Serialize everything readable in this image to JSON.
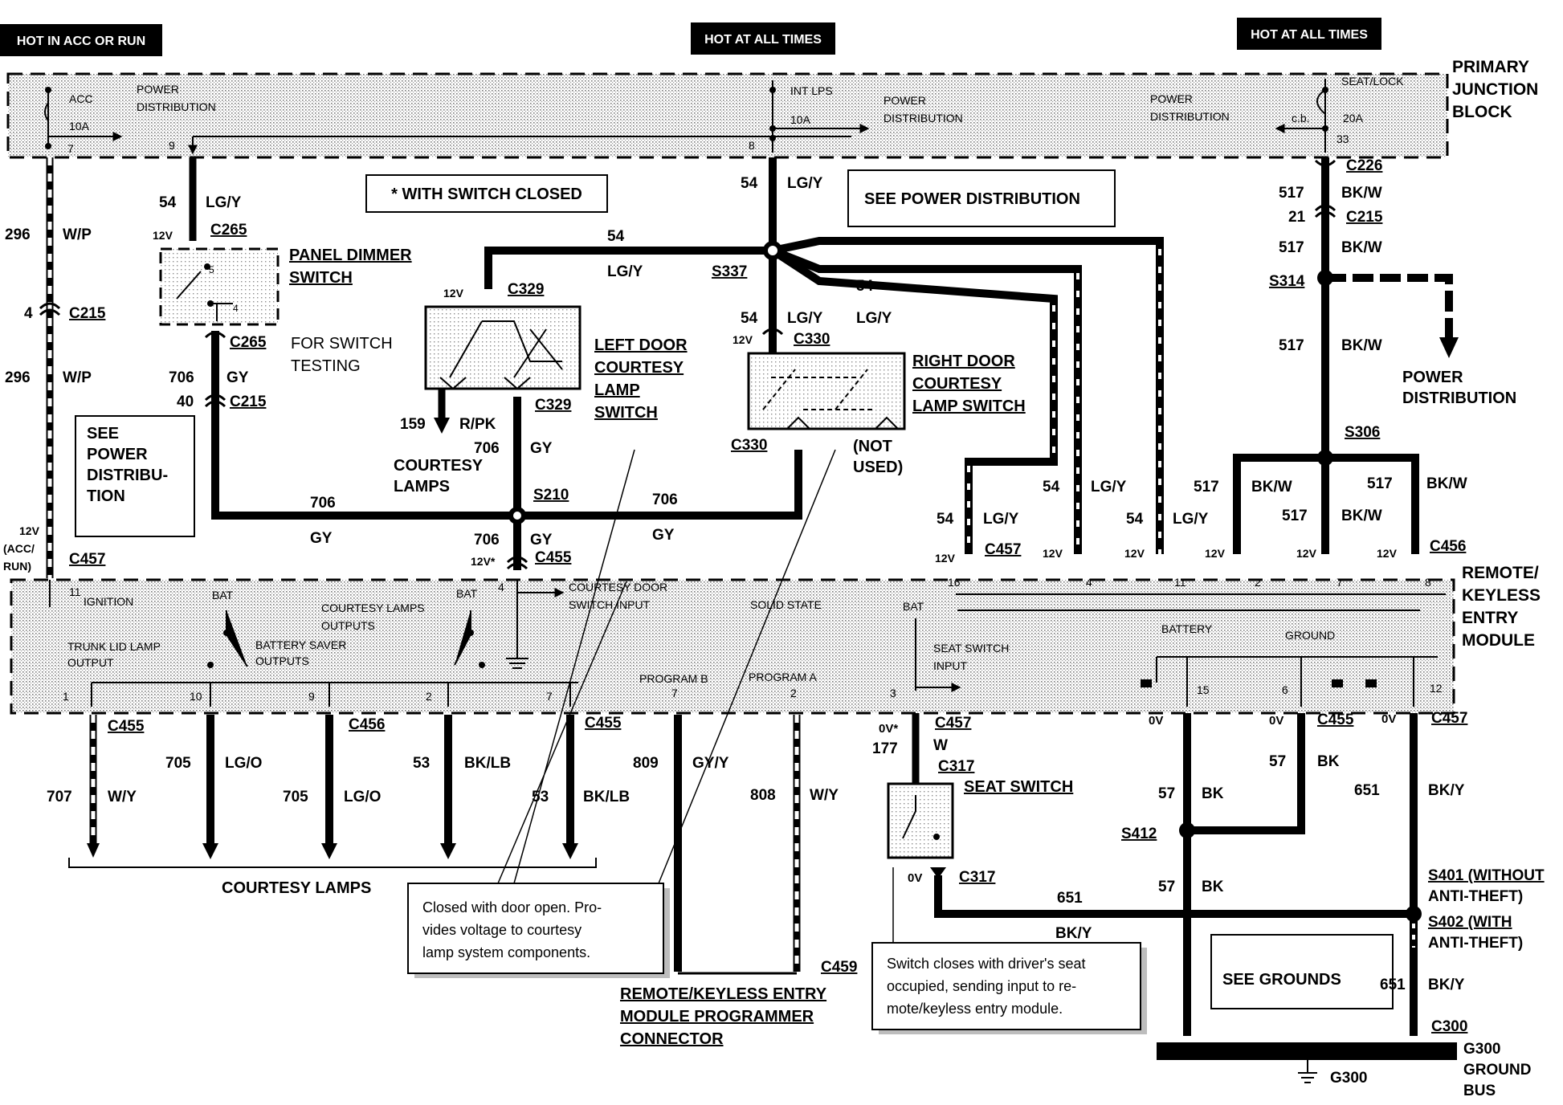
{
  "headers": {
    "hot_acc_run": "HOT IN ACC OR RUN",
    "hot_all_times_1": "HOT AT ALL TIMES",
    "hot_all_times_2": "HOT AT ALL TIMES"
  },
  "pjb": {
    "title": [
      "PRIMARY",
      "JUNCTION",
      "BLOCK"
    ],
    "acc": "ACC",
    "fuse_acc": "10A",
    "pin_acc": "7",
    "pd1": [
      "POWER",
      "DISTRIBUTION"
    ],
    "pin_9": "9",
    "int_lps": "INT LPS",
    "fuse_int": "10A",
    "pin_8": "8",
    "pd2": [
      "POWER",
      "DISTRIBUTION"
    ],
    "pd3": [
      "POWER",
      "DISTRIBUTION"
    ],
    "cb": "c.b.",
    "seat_lock": "SEAT/LOCK",
    "fuse_seat": "20A",
    "pin_33": "33"
  },
  "notes": {
    "switch_closed": "* WITH SWITCH CLOSED",
    "see_power_dist": "SEE POWER DISTRIBUTION",
    "see_power_dist_left": [
      "SEE",
      "POWER",
      "DISTRIBU-",
      "TION"
    ],
    "for_switch_testing": [
      "FOR SWITCH",
      "TESTING"
    ],
    "see_grounds": "SEE GROUNDS",
    "callout_door": [
      "Closed with door open.  Pro-",
      "vides voltage to courtesy",
      "lamp system components."
    ],
    "callout_seat": [
      "Switch closes with driver's seat",
      "occupied, sending input to re-",
      "mote/keyless entry module."
    ]
  },
  "components": {
    "panel_dimmer": [
      "PANEL DIMMER",
      "SWITCH"
    ],
    "left_door": [
      "LEFT DOOR",
      "COURTESY",
      "LAMP",
      "SWITCH"
    ],
    "right_door": [
      "RIGHT DOOR",
      "COURTESY",
      "LAMP SWITCH"
    ],
    "not_used": [
      "(NOT",
      "USED)"
    ],
    "courtesy_lamps_upper": [
      "COURTESY",
      "LAMPS"
    ],
    "power_distribution_right": [
      "POWER",
      "DISTRIBUTION"
    ],
    "seat_switch": "SEAT SWITCH",
    "rke_module": [
      "REMOTE/",
      "KEYLESS",
      "ENTRY",
      "MODULE"
    ],
    "courtesy_lamps_bottom": "COURTESY LAMPS",
    "programmer_connector": [
      "REMOTE/KEYLESS ENTRY",
      "MODULE PROGRAMMER",
      "CONNECTOR"
    ],
    "ground_bus": [
      "G300",
      "GROUND",
      "BUS"
    ],
    "g300": "G300"
  },
  "module": {
    "ignition": "IGNITION",
    "pin_11": "11",
    "bat1": "BAT",
    "bat2": "BAT",
    "bat3": "BAT",
    "trunk_lid": [
      "TRUNK LID LAMP",
      "OUTPUT"
    ],
    "battery_saver": [
      "BATTERY SAVER",
      "OUTPUTS"
    ],
    "courtesy_outputs": [
      "COURTESY LAMPS",
      "OUTPUTS"
    ],
    "courtesy_door_input": [
      "COURTESY DOOR",
      "SWITCH INPUT"
    ],
    "solid_state": "SOLID STATE",
    "seat_switch_input": [
      "SEAT SWITCH",
      "INPUT"
    ],
    "battery": "BATTERY",
    "ground": "GROUND",
    "program_b": "PROGRAM B",
    "program_a": "PROGRAM A",
    "pins_top": [
      "4",
      "16",
      "4",
      "11",
      "2",
      "7",
      "8"
    ],
    "pins_bottom": [
      "1",
      "10",
      "9",
      "2",
      "7",
      "7",
      "2",
      "3",
      "15",
      "6",
      "12"
    ]
  },
  "wires": {
    "w296a": "296",
    "wp_a": "W/P",
    "c215_4": "4",
    "c215_a": "C215",
    "w296b": "296",
    "wp_b": "W/P",
    "v12_acc_run": [
      "12V",
      "(ACC/",
      "RUN)"
    ],
    "c457_left": "C457",
    "w54_a": "54",
    "lgy_a": "LG/Y",
    "v12_c265": "12V",
    "c265_top": "C265",
    "c265_bot": "C265",
    "w706_a": "706",
    "gy_a": "GY",
    "c215_40": "40",
    "c215_b": "C215",
    "w706_h1": "706",
    "gy_h1": "GY",
    "w706_h2": "706",
    "gy_h2": "GY",
    "w54_top": "54",
    "lgy_top": "LG/Y",
    "w54_h": "54",
    "lgy_h": "LG/Y",
    "s337": "S337",
    "v12_c329": "12V",
    "c329_top": "C329",
    "c329_bot": "C329",
    "w159": "159",
    "rpk": "R/PK",
    "w706_v": "706",
    "gy_v": "GY",
    "s210": "S210",
    "w706_c455": "706",
    "gy_c455": "GY",
    "v12star": "12V*",
    "c455_top": "C455",
    "w54_rd": "54",
    "lgy_rd": "LG/Y",
    "v12_c330": "12V",
    "c330_top": "C330",
    "c330_bot": "C330",
    "w54_d": "54",
    "lgy_d": "LG/Y",
    "w54_e": "54",
    "lgy_e": "LG/Y",
    "w54_f": "54",
    "lgy_f": "LG/Y",
    "w54_g": "54",
    "lgy_g": "LG/Y",
    "c457_mid": "C457",
    "v12_1": "12V",
    "v12_2": "12V",
    "v12_3": "12V",
    "v12_4": "12V",
    "v12_5": "12V",
    "v12_6": "12V",
    "c456_top": "C456",
    "c226": "C226",
    "w517_a": "517",
    "bkw_a": "BK/W",
    "c215_21": "21",
    "c215_c": "C215",
    "w517_b": "517",
    "bkw_b": "BK/W",
    "s314": "S314",
    "w517_c": "517",
    "bkw_c": "BK/W",
    "s306": "S306",
    "w517_d": "517",
    "bkw_d": "BK/W",
    "w517_e": "517",
    "bkw_e": "BK/W",
    "w517_f": "517",
    "bkw_f": "BK/W",
    "c455_b1": "C455",
    "c456_b": "C456",
    "c455_b2": "C455",
    "w707": "707",
    "wy": "W/Y",
    "w705_a": "705",
    "lgo_a": "LG/O",
    "w705_b": "705",
    "lgo_b": "LG/O",
    "w53_a": "53",
    "bklb_a": "BK/LB",
    "w53_b": "53",
    "bklb_b": "BK/LB",
    "w809": "809",
    "gyy": "GY/Y",
    "w808": "808",
    "wy808": "W/Y",
    "c459": "C459",
    "ov_star": "0V*",
    "c457_seat": "C457",
    "w177": "177",
    "w_177": "W",
    "c317_top": "C317",
    "ov_c317": "0V",
    "c317_bot": "C317",
    "w651_h": "651",
    "bky_h": "BK/Y",
    "ov_1": "0V",
    "ov_2": "0V",
    "ov_3": "0V",
    "c455_gnd": "C455",
    "c457_gnd": "C457",
    "w57_a": "57",
    "bk_a": "BK",
    "w57_b": "57",
    "bk_b": "BK",
    "s412": "S412",
    "w57_c": "57",
    "bk_c": "BK",
    "w651_a": "651",
    "bky_a": "BK/Y",
    "s401": [
      "S401 (WITHOUT",
      "ANTI-THEFT)"
    ],
    "s402": [
      "S402 (WITH",
      "ANTI-THEFT)"
    ],
    "w651_b": "651",
    "bky_b": "BK/Y",
    "c300": "C300"
  }
}
